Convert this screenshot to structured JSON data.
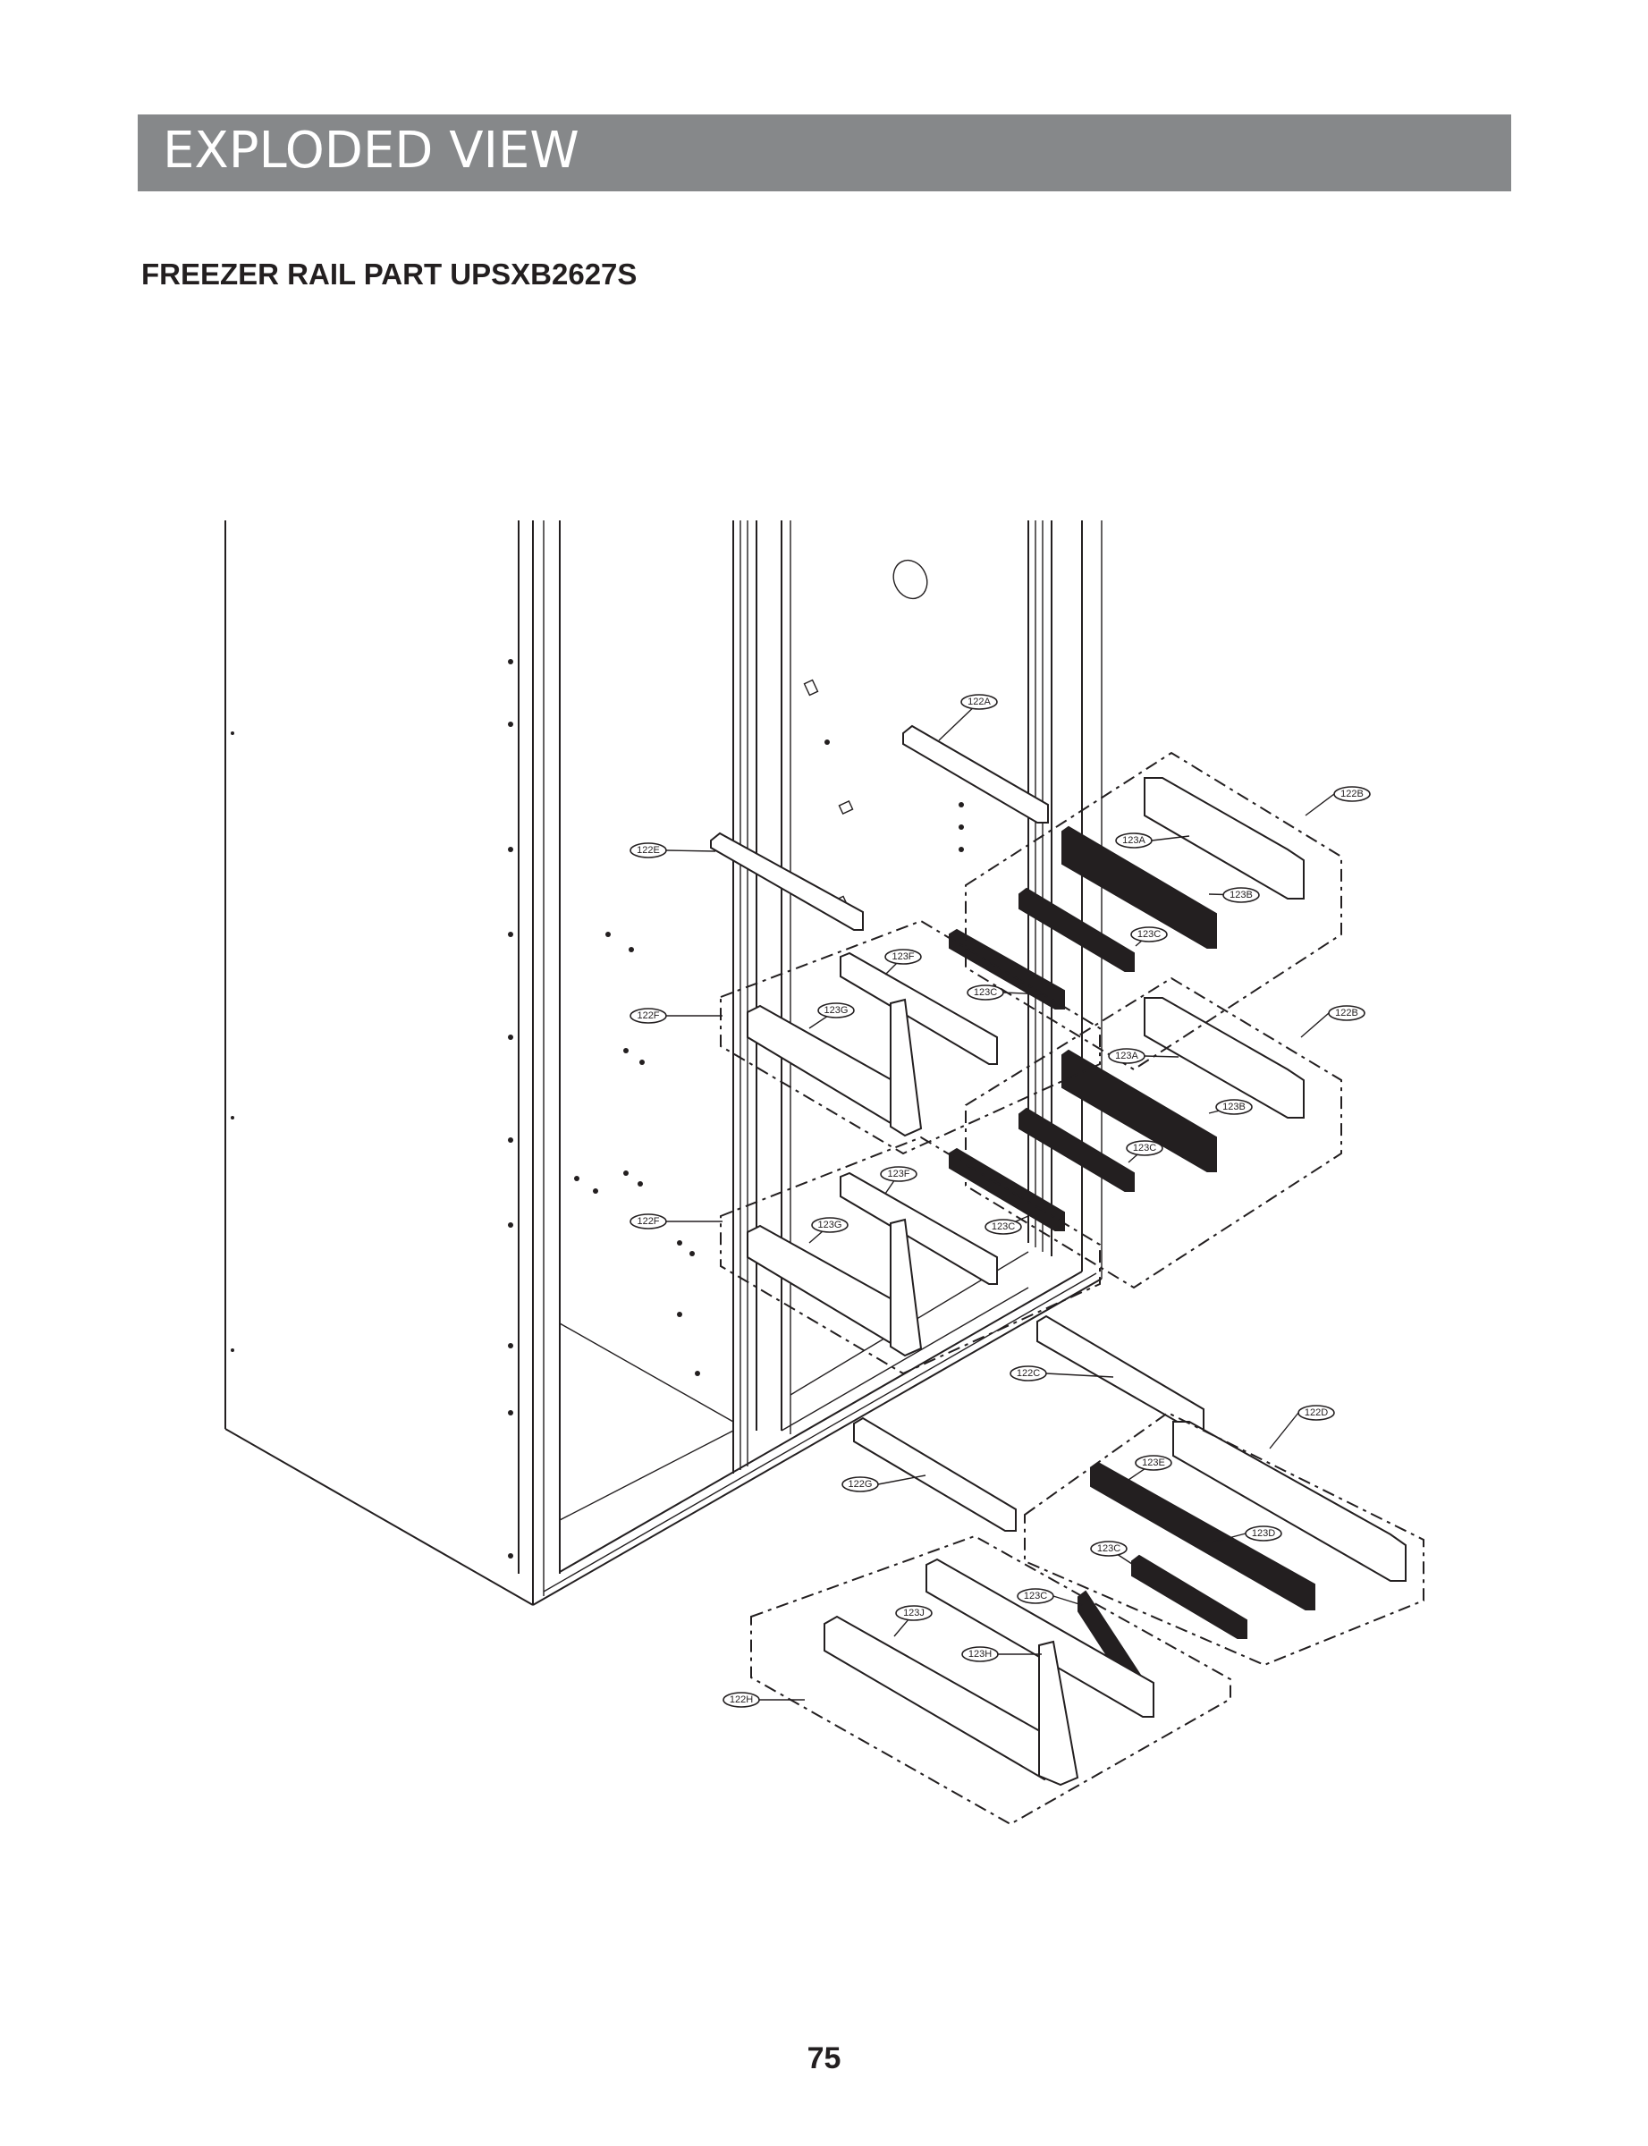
{
  "header": {
    "title": "EXPLODED VIEW"
  },
  "section": {
    "title": "FREEZER RAIL PART UPSXB2627S"
  },
  "page": {
    "number": "75"
  },
  "callouts": [
    "122A",
    "122B",
    "123A",
    "123B",
    "123C",
    "122E",
    "123F",
    "123C",
    "122F",
    "123G",
    "122B",
    "123A",
    "123B",
    "123C",
    "123F",
    "122F",
    "123G",
    "123C",
    "122C",
    "122D",
    "123E",
    "122G",
    "123D",
    "123C",
    "123C",
    "123J",
    "123H",
    "122H"
  ]
}
